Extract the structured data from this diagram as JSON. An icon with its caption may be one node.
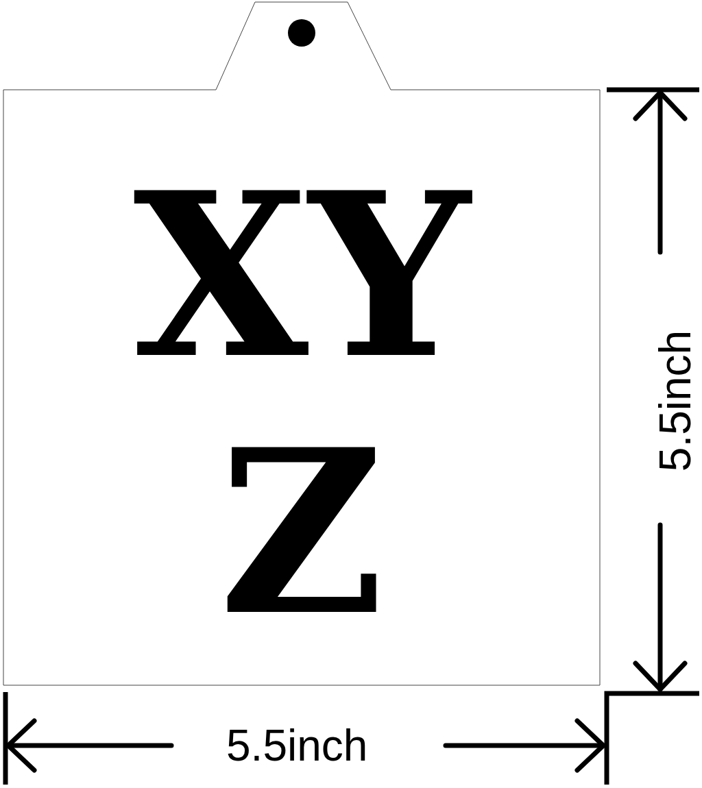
{
  "diagram": {
    "nodes": [
      {
        "text": [
          "XY",
          "Z"
        ]
      }
    ],
    "labels": [
      "5.5inch",
      "5.5inch"
    ]
  }
}
